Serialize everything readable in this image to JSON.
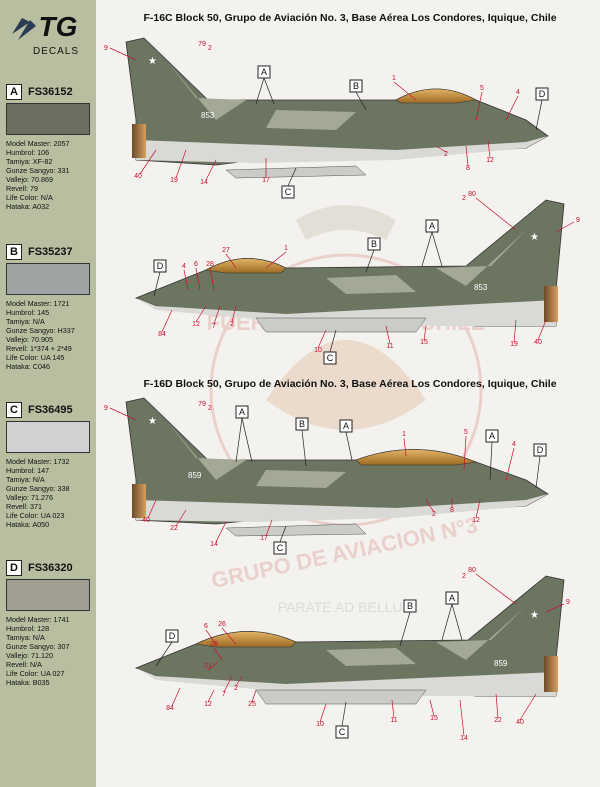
{
  "logo": {
    "main": "TG",
    "sub": "DECALS"
  },
  "colors": {
    "sidebar_bg": "#b7bfa0",
    "accent_red": "#c8102e",
    "swatch_A": "#6d6e5f",
    "swatch_B": "#9ea3a3",
    "swatch_C": "#cfd2d0",
    "swatch_D": "#a19e94",
    "camo_dark": "#6b7560",
    "camo_light": "#a4a995",
    "belly": "#d9dad6",
    "canopy": "#c08a3a"
  },
  "swatches": [
    {
      "letter": "A",
      "code": "FS36152",
      "color_key": "swatch_A",
      "lines": [
        "Model Master: 2057",
        "Humbrol: 106",
        "Tamiya: XF-82",
        "Gunze Sangyo: 331",
        "Vallejo: 70.869",
        "Revell: 79",
        "Life Color: N/A",
        "Hataka: A032"
      ]
    },
    {
      "letter": "B",
      "code": "FS35237",
      "color_key": "swatch_B",
      "lines": [
        "Model Master: 1721",
        "Humbrol: 145",
        "Tamiya: N/A",
        "Gunze Sangyo: H337",
        "Vallejo: 70.905",
        "Revell: 1*374 + 2*49",
        "Life Color: UA 145",
        "Hataka: C046"
      ]
    },
    {
      "letter": "C",
      "code": "FS36495",
      "color_key": "swatch_C",
      "lines": [
        "Model Master: 1732",
        "Humbrol: 147",
        "Tamiya: N/A",
        "Gunze Sangyo: 338",
        "Vallejo: 71.276",
        "Revell: 371",
        "Life Color: UA 023",
        "Hataka: A050"
      ]
    },
    {
      "letter": "D",
      "code": "FS36320",
      "color_key": "swatch_D",
      "lines": [
        "Model Master: 1741",
        "Humbrol: 128",
        "Tamiya: N/A",
        "Gunze Sangyo: 307",
        "Vallejo: 71.120",
        "Revell: N/A",
        "Life Color: UA 027",
        "Hataka: B035"
      ]
    }
  ],
  "sections": [
    {
      "title": "F-16C Block 50, Grupo de Aviación No. 3, Base Aérea Los Condores, Iquique, Chile"
    },
    {
      "title": "F-16D Block 50, Grupo de Aviación No. 3, Base Aérea Los Condores, Iquique, Chile"
    }
  ],
  "aircraft": {
    "c_left": {
      "serial": "853",
      "letters": [
        "A",
        "B",
        "C",
        "D"
      ],
      "numbers": [
        "9",
        "79",
        "2",
        "1",
        "5",
        "4",
        "2",
        "8",
        "12",
        "40",
        "19",
        "14",
        "17"
      ]
    },
    "c_right": {
      "serial": "853",
      "letters": [
        "A",
        "B",
        "C",
        "D"
      ],
      "numbers": [
        "80",
        "2",
        "9",
        "27",
        "1",
        "4",
        "6",
        "28",
        "12",
        "7",
        "2",
        "84",
        "10",
        "11",
        "15",
        "19",
        "40"
      ]
    },
    "d_left": {
      "serial": "859",
      "letters": [
        "A",
        "B",
        "A",
        "A",
        "C",
        "D"
      ],
      "numbers": [
        "9",
        "79",
        "2",
        "1",
        "5",
        "4",
        "2",
        "8",
        "12",
        "40",
        "22",
        "14",
        "17"
      ]
    },
    "d_right": {
      "serial": "859",
      "letters": [
        "A",
        "B",
        "C",
        "D"
      ],
      "numbers": [
        "80",
        "2",
        "9",
        "6",
        "26",
        "28",
        "21",
        "7",
        "2",
        "25",
        "84",
        "12",
        "10",
        "11",
        "15",
        "14",
        "22",
        "40"
      ]
    }
  },
  "watermark": {
    "line1": "FUERZA AEREA DE CHILE",
    "line2": "GRUPO DE AVIACION N°3",
    "motto": "PARATE AD BELLUM"
  }
}
